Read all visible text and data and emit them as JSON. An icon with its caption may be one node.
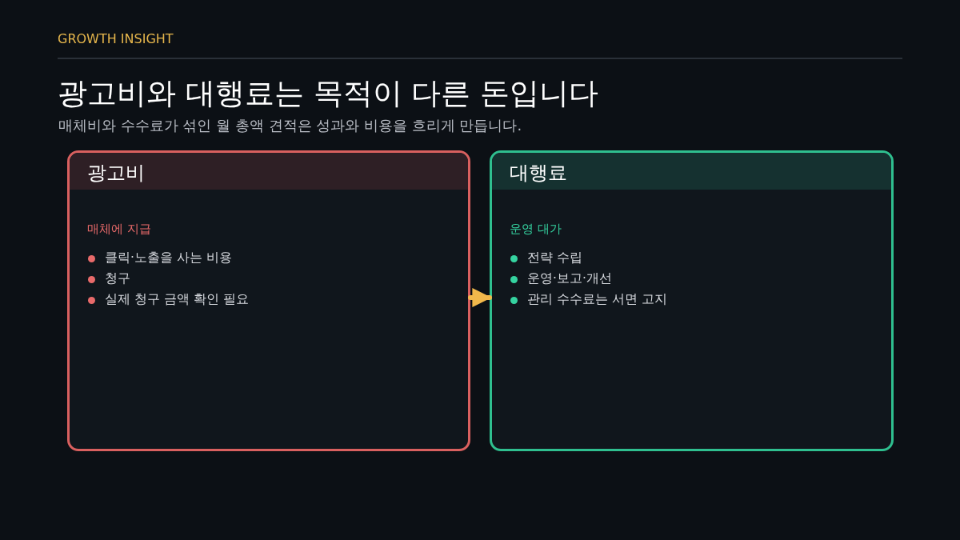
{
  "diagram": {
    "title": "광고비와 대행료는 목적이 다른 돈입니다",
    "nodes": [
      {
        "text": [
          "광고비",
          "매체에 지급",
          "클릭·노출을 사는 비용",
          "청구",
          "실제 청구 금액 확인 필요"
        ]
      },
      {
        "text": [
          "대행료",
          "운영 대가",
          "전략 수립",
          "운영·보고·개선",
          "관리 수수료는 서면 고지"
        ]
      }
    ],
    "edges": [
      {
        "from": 0,
        "to": 1,
        "arrow": "to",
        "color": "#f2b84b"
      }
    ],
    "labels": [
      "GROWTH INSIGHT",
      "매체비와 수수료가 섞인 월 총액 견적은 성과와 비용을 흐리게 만듭니다."
    ]
  }
}
